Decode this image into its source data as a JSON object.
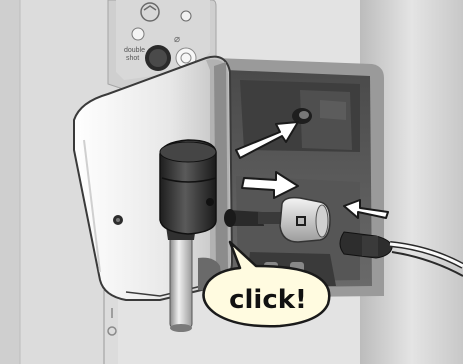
{
  "illustration": {
    "callout_text": "click!",
    "panel_labels": {
      "double": "double",
      "shot": "shot"
    }
  },
  "colors": {
    "background": "#e6e6e6",
    "machine_body": "#d9d9d9",
    "door_shell": "#f2f2f2",
    "cavity": "#5a5a5a",
    "parts_dark": "#2e2e2e",
    "arrow_fill": "#ffffff",
    "callout_fill": "#fffbe0"
  }
}
